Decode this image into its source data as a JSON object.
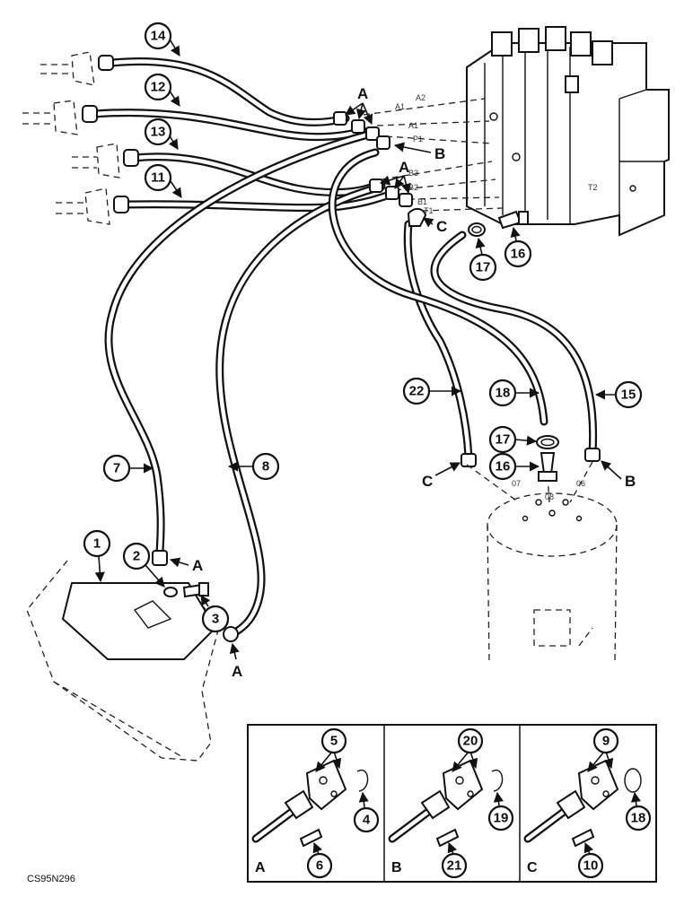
{
  "reference_code": "CS95N296",
  "callouts": [
    "1",
    "2",
    "3",
    "7",
    "8",
    "11",
    "12",
    "13",
    "14",
    "15",
    "16",
    "17",
    "18",
    "22"
  ],
  "connection_labels": {
    "a": "A",
    "b": "B",
    "c": "C"
  },
  "valve_ports": [
    "A2",
    "A1",
    "P1",
    "B3",
    "B2",
    "B1",
    "T1",
    "T2"
  ],
  "swing_motor_ports": [
    "07",
    "08",
    "06"
  ],
  "insets": [
    {
      "letter": "A",
      "callouts": [
        "5",
        "4",
        "6"
      ]
    },
    {
      "letter": "B",
      "callouts": [
        "20",
        "19",
        "21"
      ]
    },
    {
      "letter": "C",
      "callouts": [
        "9",
        "18",
        "10"
      ]
    }
  ]
}
